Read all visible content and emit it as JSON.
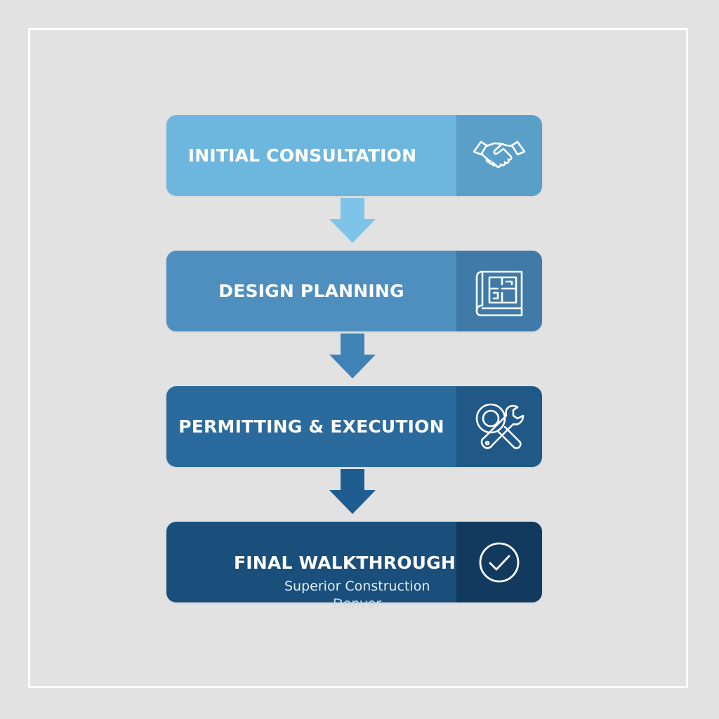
{
  "steps": [
    {
      "label": "INITIAL CONSULTATION",
      "icon": "handshake-icon",
      "main_color": "#6db6de",
      "panel_color": "#5a9fc7"
    },
    {
      "label": "DESIGN PLANNING",
      "icon": "blueprint-icon",
      "main_color": "#4f8fbf",
      "panel_color": "#3f7aa8"
    },
    {
      "label": "PERMITTING & EXECUTION",
      "icon": "tools-icon",
      "main_color": "#2a6a9c",
      "panel_color": "#205987"
    },
    {
      "label": "FINAL WALKTHROUGH",
      "icon": "checkmark-circle-icon",
      "main_color": "#1a4f7c",
      "panel_color": "#123a5f"
    }
  ],
  "footer": {
    "company": "Superior Construction",
    "city": "Denver"
  },
  "arrow_colors": [
    "#7ec4e8",
    "#3f83b6",
    "#1f5d90"
  ]
}
